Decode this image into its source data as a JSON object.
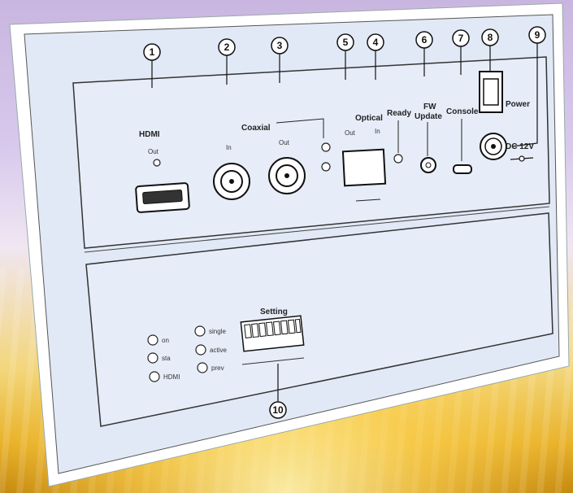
{
  "callouts": [
    "1",
    "2",
    "3",
    "4",
    "5",
    "6",
    "7",
    "8",
    "9",
    "10"
  ],
  "labels": {
    "hdmi": "HDMI",
    "hdmi_out": "Out",
    "coaxial": "Coaxial",
    "coax_in": "In",
    "coax_out": "Out",
    "optical": "Optical",
    "opt_out": "Out",
    "opt_in": "In",
    "ready": "Ready",
    "fw": "FW",
    "update": "Update",
    "console": "Console",
    "power": "Power",
    "dc": "DC 12V",
    "setting": "Setting"
  },
  "led_labels": [
    "on",
    "sta",
    "HDMI",
    "single",
    "active",
    "prev"
  ],
  "colors": {
    "panel": "#e4ebf7",
    "frame": "#ffffff",
    "line": "#222222"
  }
}
